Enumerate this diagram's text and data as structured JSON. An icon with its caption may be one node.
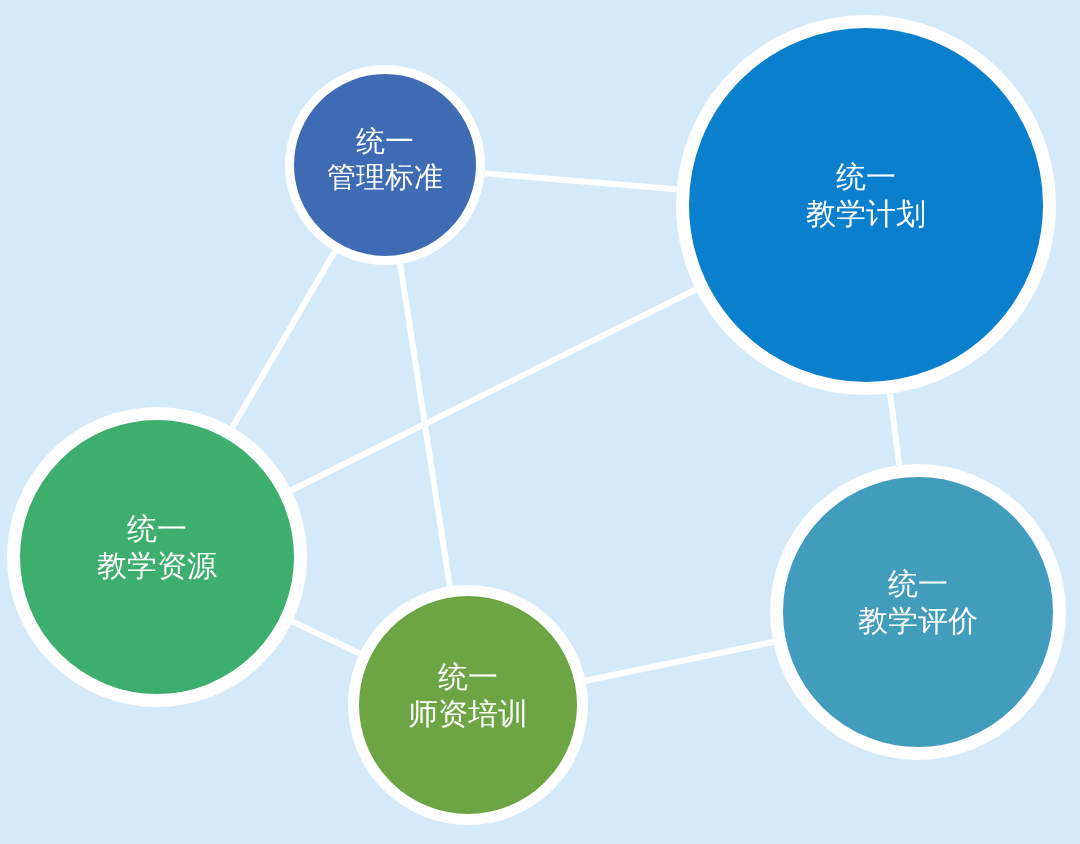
{
  "diagram": {
    "nodes": [
      {
        "text": [
          "统一",
          "管理标准"
        ]
      },
      {
        "text": [
          "统一",
          "教学计划"
        ]
      },
      {
        "text": [
          "统一",
          "教学资源"
        ]
      },
      {
        "text": [
          "统一",
          "师资培训"
        ]
      },
      {
        "text": [
          "统一",
          "教学评价"
        ]
      }
    ],
    "edges": [
      {
        "from": 0,
        "to": 1,
        "arrow": "none"
      },
      {
        "from": 0,
        "to": 2,
        "arrow": "none"
      },
      {
        "from": 0,
        "to": 3,
        "arrow": "none"
      },
      {
        "from": 1,
        "to": 2,
        "arrow": "none"
      },
      {
        "from": 1,
        "to": 4,
        "arrow": "none"
      },
      {
        "from": 2,
        "to": 3,
        "arrow": "none"
      },
      {
        "from": 3,
        "to": 4,
        "arrow": "none"
      }
    ]
  }
}
